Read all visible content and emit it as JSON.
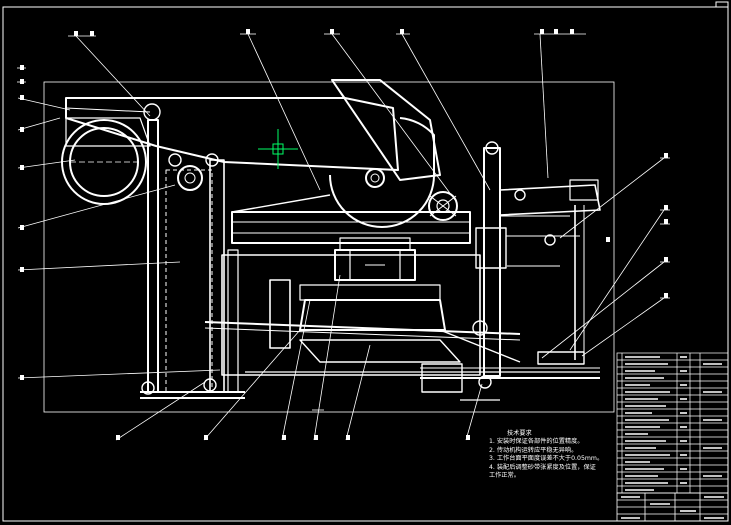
{
  "drawing": {
    "background_color": "#000000",
    "line_color": "#ffffff",
    "crosshair_color": "#00ff66"
  },
  "balloon_labels": {
    "left": [
      "—",
      "—",
      "—",
      "—",
      "—",
      "—",
      "—",
      "—"
    ],
    "top": [
      "—",
      "—",
      "—",
      "—",
      "—"
    ],
    "right": [
      "—",
      "—",
      "—",
      "—",
      "—",
      "—"
    ],
    "bottom": [
      "—",
      "—",
      "—",
      "—",
      "—",
      "—"
    ]
  },
  "technical_requirements": {
    "title": "技术要求",
    "items": [
      "1. 安装时保证各部件的位置精度。",
      "2. 传动机构运转应平稳无异响。",
      "3. 工作台面平面度误差不大于0.05mm。",
      "4. 装配后调整砂带张紧度及位置，保证",
      "   工作正常。"
    ]
  }
}
